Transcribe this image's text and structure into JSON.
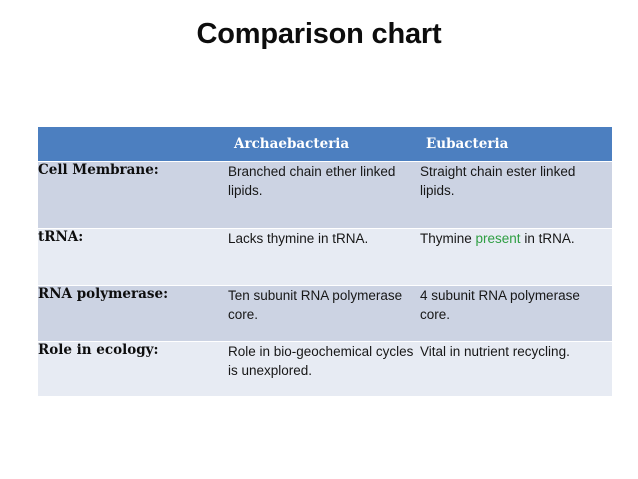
{
  "slide": {
    "title": "Comparison chart",
    "background_color": "#ffffff"
  },
  "colors": {
    "header_blue": "#4c7fc0",
    "row_dark": "#ccd3e3",
    "row_light": "#e7ebf3",
    "highlight_green": "#2e9e42",
    "text_dark": "#171717",
    "header_text": "#ffffff"
  },
  "table": {
    "headers": {
      "label_column": "",
      "archaebacteria": "Archaebacteria",
      "eubacteria": "Eubacteria"
    },
    "rows": [
      {
        "label": "Cell Membrane:",
        "archaebacteria": "Branched chain ether linked lipids.",
        "eubacteria": "Straight chain ester linked lipids.",
        "eubacteria_parts": {
          "before": "Straight chain ester linked lipids.",
          "highlight": "",
          "after": ""
        }
      },
      {
        "label": "tRNA:",
        "archaebacteria": "Lacks thymine in tRNA.",
        "eubacteria": "Thymine present in tRNA.",
        "eubacteria_parts": {
          "before": "Thymine ",
          "highlight": "present",
          "after": " in tRNA."
        }
      },
      {
        "label": "RNA polymerase:",
        "archaebacteria": "Ten subunit RNA polymerase core.",
        "eubacteria": "4 subunit RNA polymerase core.",
        "eubacteria_parts": {
          "before": "4 subunit RNA polymerase core.",
          "highlight": "",
          "after": ""
        }
      },
      {
        "label": "Role in ecology:",
        "archaebacteria": "Role in bio-geochemical cycles is unexplored.",
        "eubacteria": "Vital in nutrient recycling.",
        "eubacteria_parts": {
          "before": "Vital in nutrient recycling.",
          "highlight": "",
          "after": ""
        }
      }
    ]
  }
}
